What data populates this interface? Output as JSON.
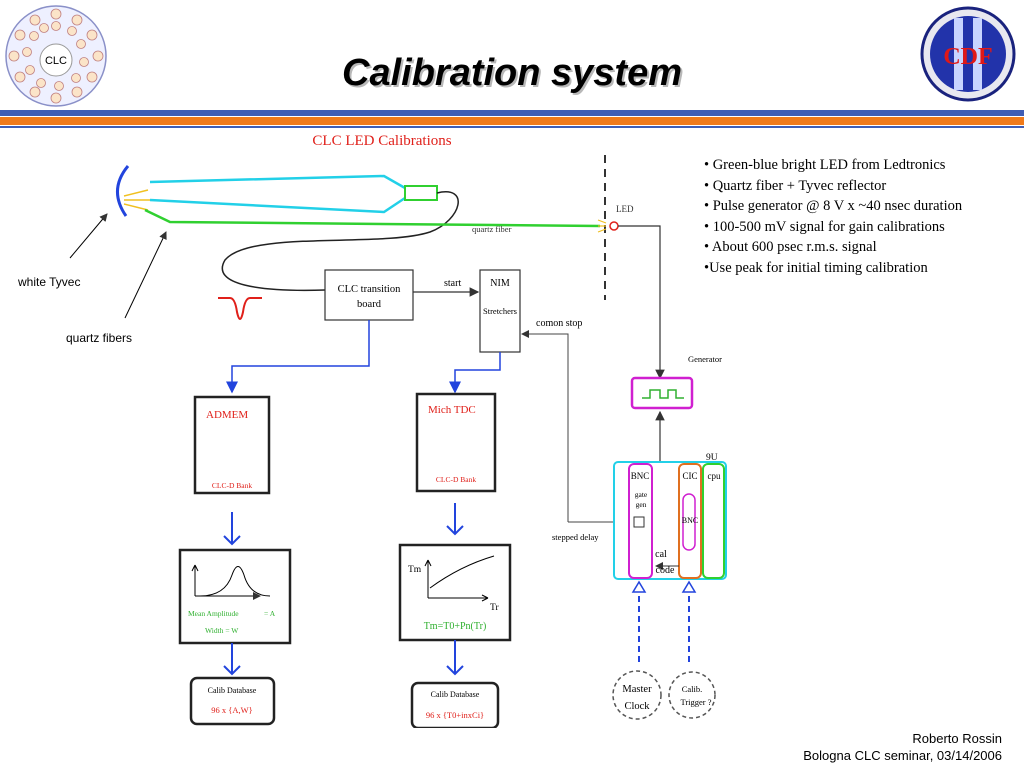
{
  "header": {
    "title": "Calibration system",
    "left_logo_text": "CLC",
    "right_logo_text": "CDF"
  },
  "diagram": {
    "heading": "CLC LED Calibrations",
    "quartz_fiber_label": "quartz fiber",
    "led_label": "LED",
    "white_tyvec_label": "white Tyvec",
    "quartz_fibers_label": "quartz fibers",
    "transition_board_line1": "CLC transition",
    "transition_board_line2": "board",
    "start_label": "start",
    "nim_label": "NIM",
    "stretchers_label": "Stretchers",
    "comon_stop_label": "comon stop",
    "generator_label": "Generator",
    "admem_label": "ADMEM",
    "admem_bank": "CLC-D Bank",
    "tdc_label": "Mich TDC",
    "tdc_bank": "CLC-D Bank",
    "crate_9u": "9U",
    "bnc1": "BNC",
    "gate_gen_line1": "gate",
    "gate_gen_line2": "gen",
    "clc_label": "CIC",
    "bnc2": "BNC",
    "cpu_label": "cpu",
    "stepped_delay_label": "stepped delay",
    "cal_code_line1": "cal",
    "cal_code_line2": "code",
    "amp_plot_line1": "Mean Amplitude",
    "amp_plot_eq1": "= A",
    "amp_plot_line2": "Width = W",
    "time_plot_y": "Tm",
    "time_plot_x": "Tr",
    "time_plot_formula": "Tm=T0+Pn(Tr)",
    "db1_title": "Calib Database",
    "db1_content": "96 x {A,W}",
    "db2_title": "Calib Database",
    "db2_content": "96 x {T0+inxCi}",
    "master_clock_line1": "Master",
    "master_clock_line2": "Clock",
    "calib_trigger_line1": "Calib.",
    "calib_trigger_line2": "Trigger ?"
  },
  "bullets": [
    "Green-blue bright LED from Ledtronics",
    "Quartz fiber + Tyvec  reflector",
    "Pulse generator @ 8 V x ~40 nsec duration",
    "100-500 mV signal for gain calibrations",
    "About 600 psec r.m.s. signal",
    "Use peak  for initial timing  calibration"
  ],
  "footer": {
    "author": "Roberto Rossin",
    "event": "Bologna CLC seminar, 03/14/2006"
  },
  "colors": {
    "accent_orange": "#f07a1a",
    "accent_blue": "#3f5db5",
    "diagram_red": "#e0201a",
    "magenta": "#d020d0",
    "cyan_fiber": "#22d0e8",
    "green_fiber": "#30d030"
  }
}
